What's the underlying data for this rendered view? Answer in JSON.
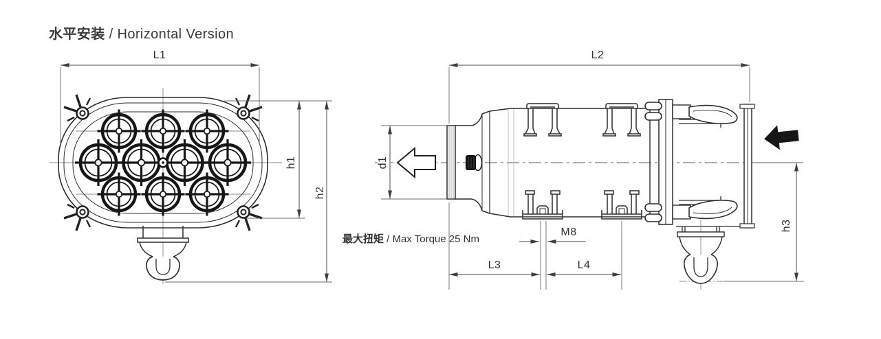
{
  "title": {
    "zh": "水平安装",
    "en": " / Horizontal Version"
  },
  "views": {
    "front_view": "oval filter housing front view with 10 filter tubes and dust ejector valve",
    "side_view": "cylindrical filter body side view with mounting brackets, clamp latches and dust ejector valve"
  },
  "labels": {
    "l1": "L1",
    "h1": "h1",
    "h2": "h2",
    "l2": "L2",
    "d1": "d1",
    "m8": "M8",
    "l3": "L3",
    "l4": "L4",
    "h3": "h3"
  },
  "notes": {
    "torque_zh": "最大扭矩",
    "torque_en": " / Max Torque 25 Nm"
  },
  "icons": {
    "inlet_arrow": "solid-left-arrow",
    "outlet_arrow": "outline-left-arrow"
  },
  "colors": {
    "background": "#ffffff",
    "line": "#2d2d2d",
    "thin_line": "#8a8a8a",
    "dim_line": "#4a4a4a",
    "text": "#333333"
  }
}
